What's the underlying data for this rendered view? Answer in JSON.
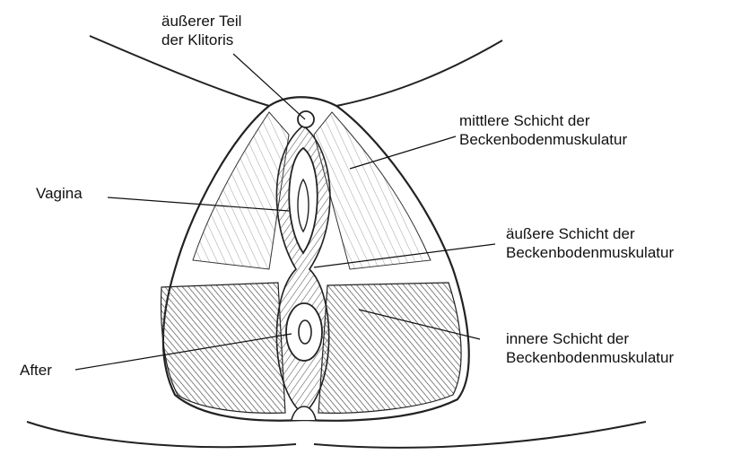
{
  "diagram": {
    "labels": {
      "klitoris": [
        "äußerer Teil",
        "der Klitoris"
      ],
      "mittlere": [
        "mittlere Schicht der",
        "Beckenbodenmuskulatur"
      ],
      "vagina": [
        "Vagina"
      ],
      "aeussere": [
        "äußere Schicht der",
        "Beckenbodenmuskulatur"
      ],
      "innere": [
        "innere Schicht der",
        "Beckenbodenmuskulatur"
      ],
      "after": [
        "After"
      ]
    },
    "colors": {
      "ink": "#111111",
      "muscle_shade": "#5a5a5a",
      "background": "#ffffff"
    }
  }
}
